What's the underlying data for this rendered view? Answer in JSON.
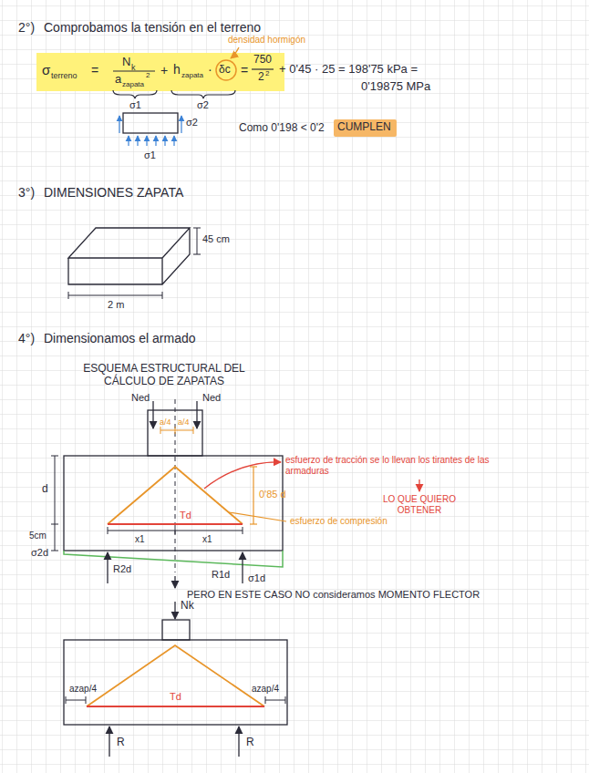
{
  "diagram": {
    "nodes": [
      {
        "text": [
          "CUMPLEN"
        ]
      }
    ],
    "labels": [
      "2°)",
      "Comprobamos la tensión en el terreno",
      "densidad hormigón",
      "σ",
      "terreno",
      "=",
      "N",
      "k",
      "a",
      "zapata",
      "2",
      "+",
      "h",
      "zapata",
      "·",
      "δc",
      "=",
      "750",
      "2",
      "2",
      "+ 0'45 · 25 = 198'75 kPa =",
      "0'19875 MPa",
      "σ1",
      "σ2",
      "σ2",
      "σ1",
      "Como 0'198 < 0'2",
      "3°)",
      "DIMENSIONES ZAPATA",
      "45 cm",
      "2 m",
      "4°)",
      "Dimensionamos el armado",
      "ESQUEMA ESTRUCTURAL DEL CÁLCULO DE ZAPATAS",
      "Ned",
      "Ned",
      "a/4",
      "a/4",
      "esfuerzo de tracción se lo llevan los tirantes de las armaduras",
      "LO QUE QUIERO OBTENER",
      "d",
      "0'85 d",
      "Td",
      "esfuerzo de compresión",
      "5cm",
      "x1",
      "x1",
      "σ2d",
      "R2d",
      "R1d",
      "σ1d",
      "PERO EN ESTE CASO NO consideramos MOMENTO FLECTOR",
      "Nk",
      "Td",
      "azap/4",
      "azap/4",
      "R",
      "R"
    ]
  }
}
